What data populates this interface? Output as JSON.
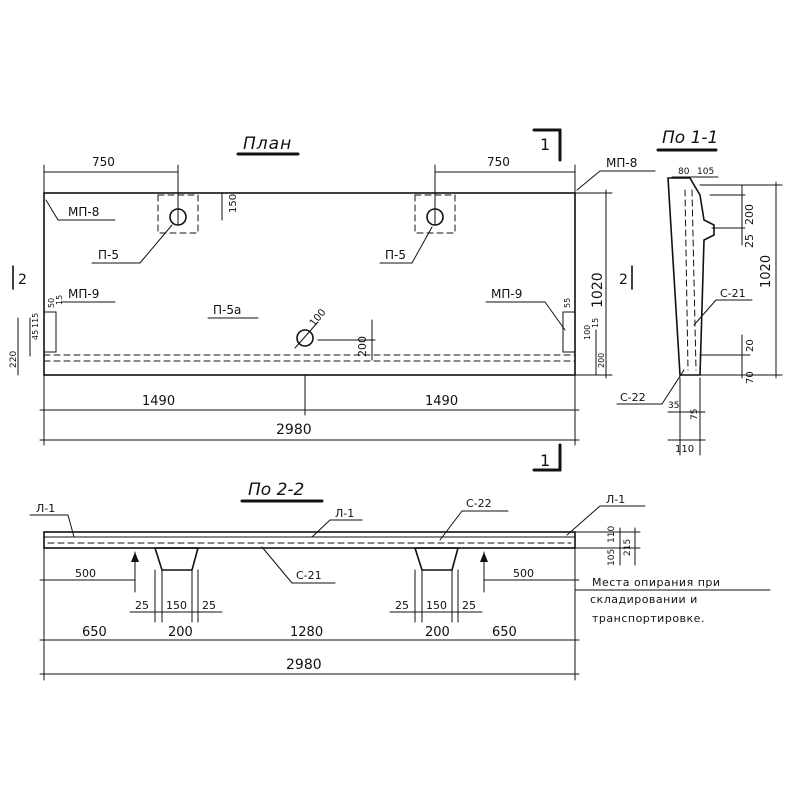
{
  "titles": {
    "plan": "План",
    "section_11": "По 1-1",
    "section_22": "По 2-2",
    "cut_1": "1",
    "cut_2": "2"
  },
  "plan": {
    "dim_750_left": "750",
    "dim_750_right": "750",
    "mp8_left": "МП-8",
    "mp8_right": "МП-8",
    "p5_left": "П-5",
    "p5_right": "П-5",
    "p5a": "П-5а",
    "mp9_left": "МП-9",
    "mp9_right": "МП-9",
    "dim_150": "150",
    "dim_100": "100",
    "dim_200": "200",
    "dim_1020": "1020",
    "dim_220": "220",
    "dim_45": "45",
    "dim_115": "115",
    "dim_50": "50",
    "dim_15": "15",
    "dim_55": "55",
    "dim_100b": "100",
    "dim_15b": "15",
    "dim_200b": "200",
    "dim_1490_left": "1490",
    "dim_1490_right": "1490",
    "dim_2980": "2980"
  },
  "section11": {
    "dim_80": "80",
    "dim_105": "105",
    "dim_200": "200",
    "dim_25": "25",
    "dim_1020": "1020",
    "c21": "С-21",
    "c22": "С-22",
    "dim_20": "20",
    "dim_70": "70",
    "dim_35": "35",
    "dim_75": "75",
    "dim_110": "110"
  },
  "section22": {
    "l1_left": "Л-1",
    "l1_mid": "Л-1",
    "l1_right": "Л-1",
    "c22": "С-22",
    "c21": "С-21",
    "dim_105": "105",
    "dim_110": "110",
    "dim_215": "215",
    "dim_500_left": "500",
    "dim_500_right": "500",
    "dim_25_a": "25",
    "dim_150_a": "150",
    "dim_25_b": "25",
    "dim_25_c": "25",
    "dim_150_b": "150",
    "dim_25_d": "25",
    "dim_650_left": "650",
    "dim_200_left": "200",
    "dim_1280": "1280",
    "dim_200_right": "200",
    "dim_650_right": "650",
    "dim_2980": "2980",
    "note_line1": "Места опирания при",
    "note_line2": "складировании и",
    "note_line3": "транспортировке."
  }
}
